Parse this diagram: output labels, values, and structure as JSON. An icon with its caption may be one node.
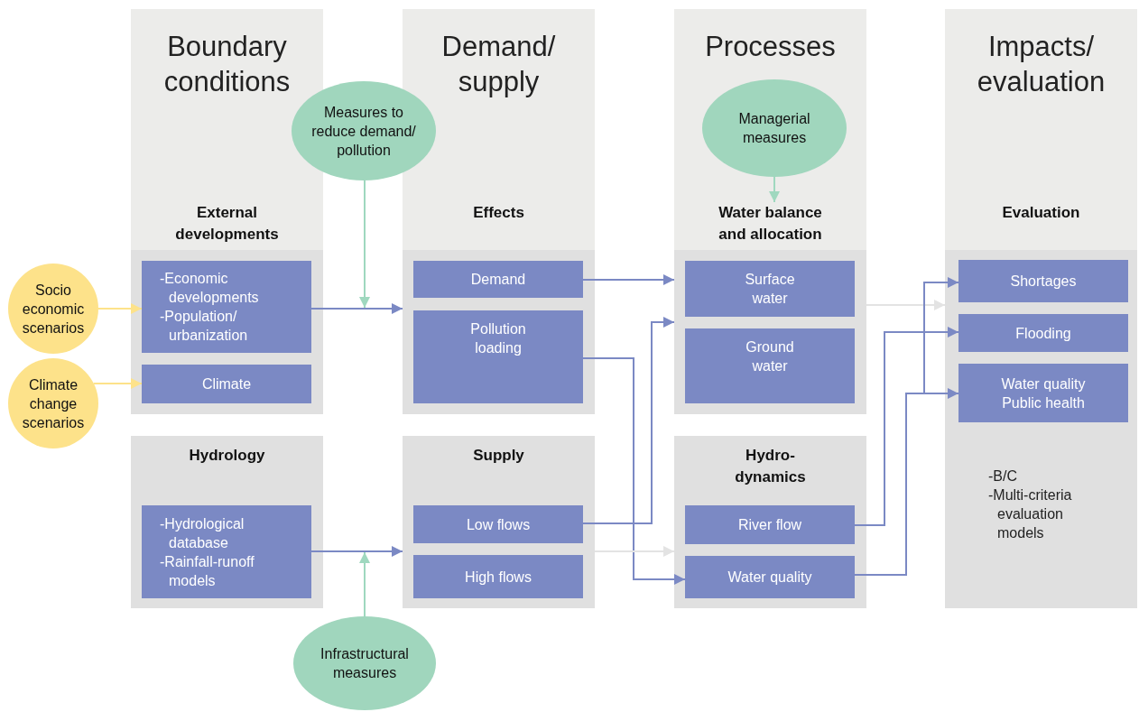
{
  "diagram": {
    "nodes": [
      {
        "text": [
          "Boundary conditions",
          "External developments"
        ]
      },
      {
        "text": [
          "-Economic developments",
          "-Population/ urbanization"
        ],
        "in": 0
      },
      {
        "text": [
          "Climate"
        ],
        "in": 0
      },
      {
        "text": [
          "Demand/ supply",
          "Effects"
        ]
      },
      {
        "text": [
          "Demand"
        ],
        "in": 3
      },
      {
        "text": [
          "Pollution loading"
        ],
        "in": 3
      },
      {
        "text": [
          "Processes",
          "Water balance and allocation"
        ]
      },
      {
        "text": [
          "Surface water"
        ],
        "in": 6
      },
      {
        "text": [
          "Ground water"
        ],
        "in": 6
      },
      {
        "text": [
          "Impacts/ evaluation",
          "Evaluation",
          "-B/C",
          "-Multi-criteria evaluation models"
        ]
      },
      {
        "text": [
          "Shortages"
        ],
        "in": 9
      },
      {
        "text": [
          "Flooding"
        ],
        "in": 9
      },
      {
        "text": [
          "Water quality Public health"
        ],
        "in": 9
      },
      {
        "text": [
          "Hydrology"
        ]
      },
      {
        "text": [
          "-Hydrological database",
          "-Rainfall-runoff models"
        ],
        "in": 13
      },
      {
        "text": [
          "Supply"
        ]
      },
      {
        "text": [
          "Low flows"
        ],
        "in": 15
      },
      {
        "text": [
          "High flows"
        ],
        "in": 15
      },
      {
        "text": [
          "Hydro-dynamics"
        ]
      },
      {
        "text": [
          "River flow"
        ],
        "in": 18
      },
      {
        "text": [
          "Water quality"
        ],
        "in": 18
      },
      {
        "text": [
          "Measures to reduce demand/ pollution"
        ]
      },
      {
        "text": [
          "Managerial measures"
        ],
        "in": 6
      },
      {
        "text": [
          "Infrastructural measures"
        ]
      },
      {
        "text": [
          "Socio economic scenarios"
        ]
      },
      {
        "text": [
          "Climate change scenarios"
        ]
      }
    ],
    "edges": [
      {
        "from": 24,
        "to": 1,
        "arrow": "to",
        "color": "#fde28a"
      },
      {
        "from": 25,
        "to": 2,
        "arrow": "to",
        "color": "#fde28a"
      },
      {
        "from": 1,
        "to": 3,
        "arrow": "to"
      },
      {
        "from": 21,
        "to": null,
        "arrow": "to",
        "color": "#9fd8bf"
      },
      {
        "from": 4,
        "to": 6,
        "arrow": "to"
      },
      {
        "from": 5,
        "to": 20,
        "arrow": "to"
      },
      {
        "from": 16,
        "to": 6,
        "arrow": "to"
      },
      {
        "from": 6,
        "to": 9,
        "arrow": "to",
        "color": "#e3e3e3"
      },
      {
        "from": 15,
        "to": 18,
        "arrow": "to",
        "color": "#e3e3e3"
      },
      {
        "from": 14,
        "to": 15,
        "arrow": "to"
      },
      {
        "from": 23,
        "to": null,
        "arrow": "to",
        "color": "#9fd8bf"
      },
      {
        "from": 19,
        "to": 11,
        "arrow": "to"
      },
      {
        "from": 20,
        "to": 12,
        "arrow": "to"
      },
      {
        "from": 20,
        "to": 10,
        "arrow": "to"
      },
      {
        "from": 22,
        "to": null,
        "arrow": "to",
        "color": "#9fd8bf"
      }
    ]
  }
}
